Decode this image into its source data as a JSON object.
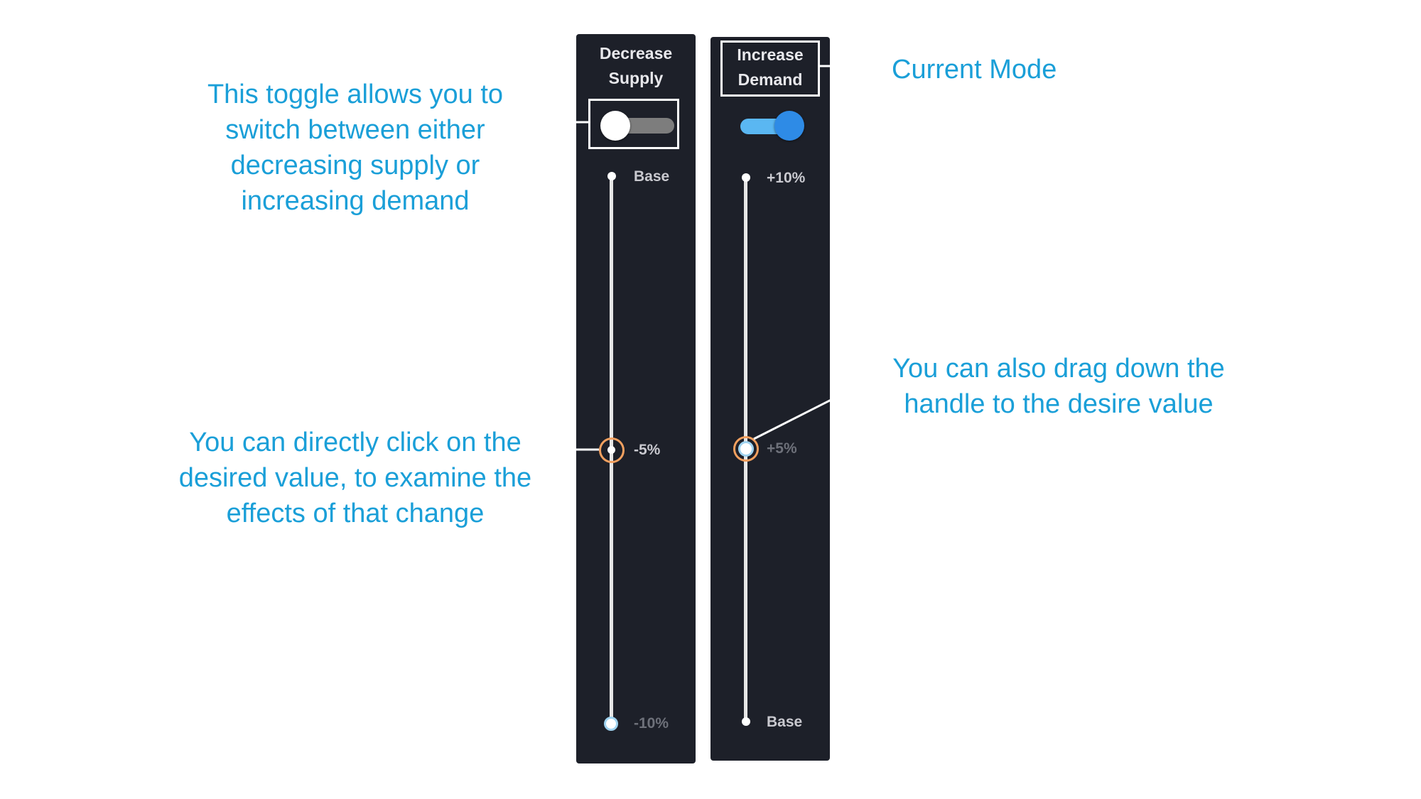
{
  "annotations": {
    "toggle_note": "This toggle allows you to switch between either decreasing supply or increasing demand",
    "click_note": "You can directly click on the desired value, to examine the effects of that change",
    "mode_note": "Current Mode",
    "drag_note": "You can also drag down the handle to the desire value"
  },
  "supply_panel": {
    "title_line1": "Decrease",
    "title_line2": "Supply",
    "toggle_on": false,
    "ticks": [
      "Base",
      "-5%",
      "-10%"
    ],
    "selected": "-5%"
  },
  "demand_panel": {
    "title_line1": "Increase",
    "title_line2": "Demand",
    "toggle_on": true,
    "ticks": [
      "+10%",
      "+5%",
      "Base"
    ],
    "selected": "+5%"
  },
  "colors": {
    "panel_bg": "#1d2029",
    "annotation_text": "#1a9fd8",
    "handle_ring": "#f2a05f",
    "toggle_accent": "#2e8be6",
    "toggle_track_on": "#5ab7f2",
    "toggle_track_off": "#8a8a8a"
  }
}
